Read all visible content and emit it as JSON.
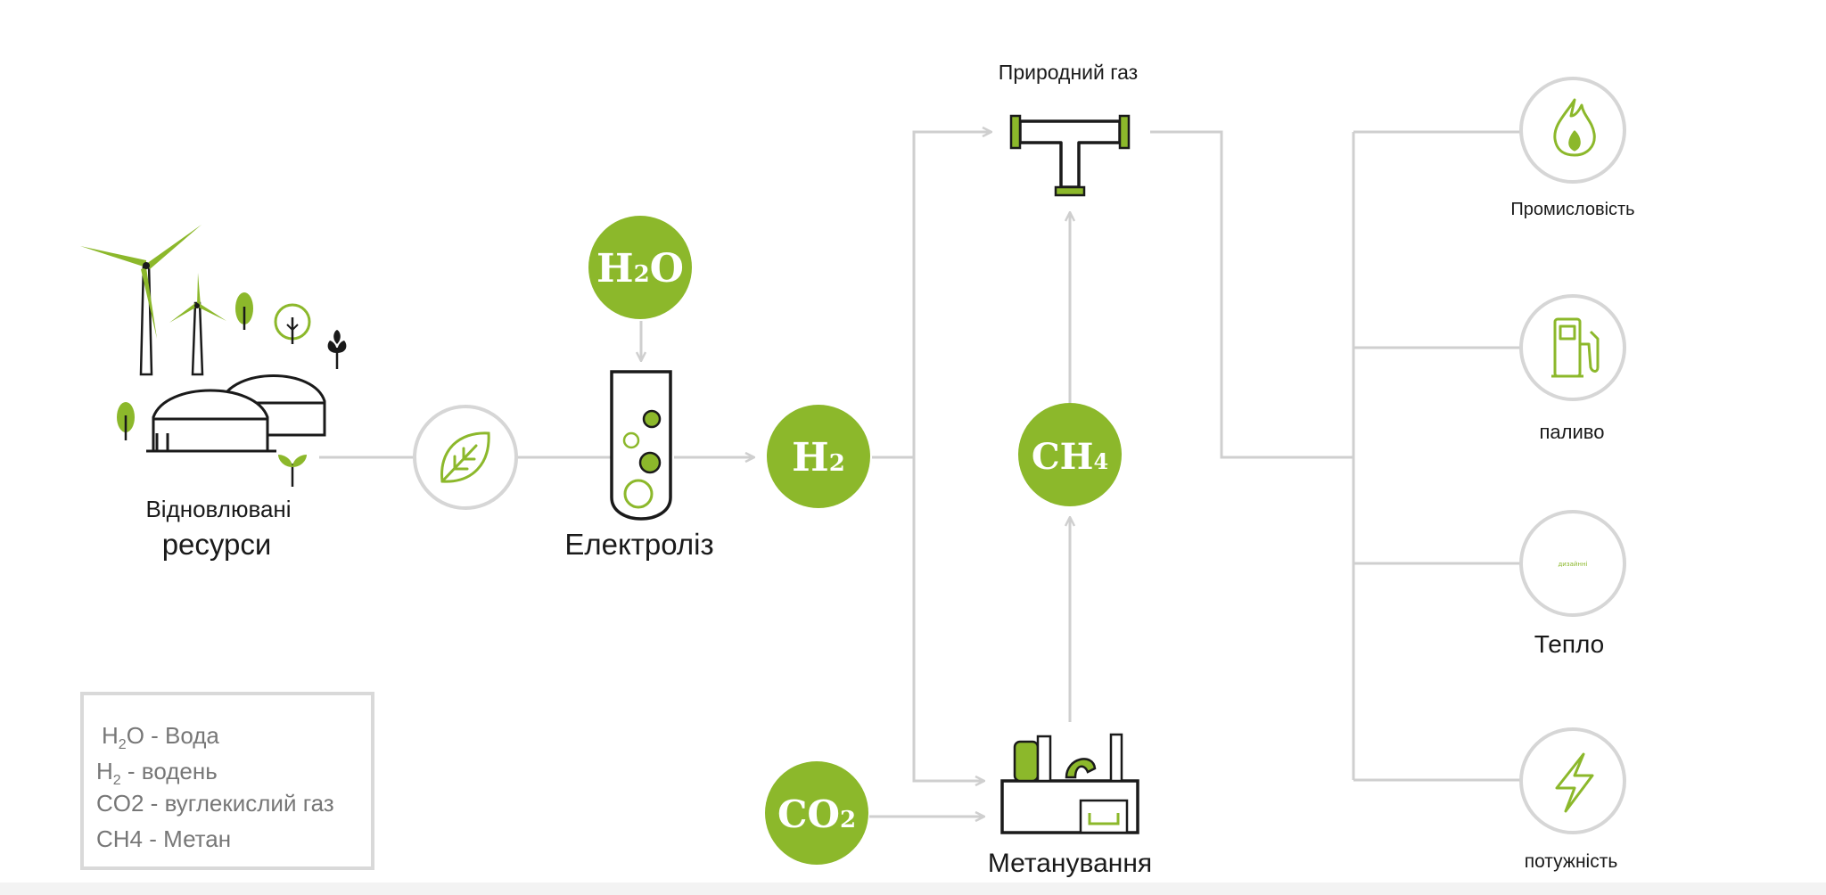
{
  "colors": {
    "accent": "#8cb82b",
    "line": "#cfcfcf",
    "text": "#1a1a1a",
    "legend_text": "#777777"
  },
  "labels": {
    "renewables_line1": "Відновлювані",
    "renewables_line2": "ресурси",
    "electrolysis": "Електроліз",
    "natural_gas": "Природний газ",
    "methanation": "Метанування",
    "industry": "Промисловість",
    "fuel": "паливо",
    "heat": "Тепло",
    "heat_icon_text": "дизайнні",
    "power": "потужність"
  },
  "nodes": {
    "h2o": {
      "main": "H",
      "sub": "2",
      "tail": "O"
    },
    "h2": {
      "main": "H",
      "sub": "2",
      "tail": ""
    },
    "ch4": {
      "main": "CH",
      "sub": "4",
      "tail": ""
    },
    "co2": {
      "main": "CO",
      "sub": "2",
      "tail": ""
    }
  },
  "legend": {
    "row1": {
      "main": "H",
      "sub": "2",
      "tail": "O - Вода"
    },
    "row2": {
      "main": "H",
      "sub": "2",
      "tail": " - водень"
    },
    "row3": "CO2 - вуглекислий газ",
    "row4": "CH4 - Метан"
  }
}
